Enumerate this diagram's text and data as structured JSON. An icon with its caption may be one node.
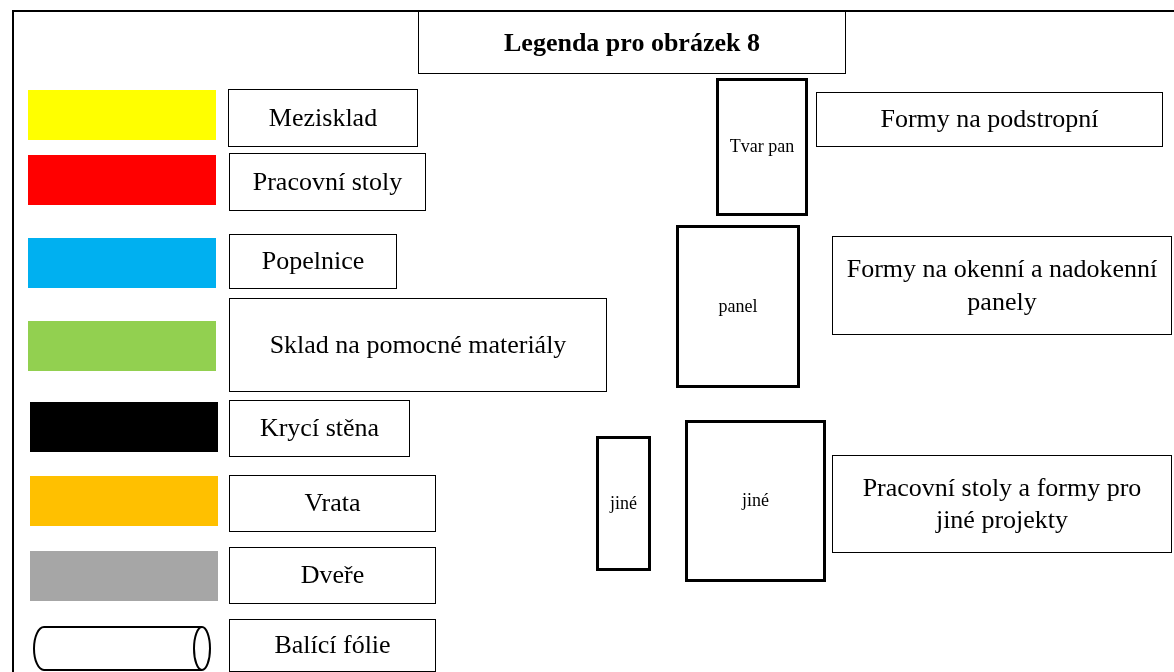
{
  "diagram": {
    "title": "Legenda pro obrázek 8",
    "nodes": [
      {
        "text": [
          "Tvar pan"
        ]
      },
      {
        "text": [
          "Formy na podstropní"
        ]
      },
      {
        "text": [
          "panel"
        ]
      },
      {
        "text": [
          "Formy na okenní a nadokenní panely"
        ]
      },
      {
        "text": [
          "jiné"
        ]
      },
      {
        "text": [
          "jiné"
        ]
      },
      {
        "text": [
          "Pracovní stoly a formy pro jiné projekty"
        ]
      }
    ],
    "legend": [
      {
        "text": "Mezisklad",
        "color": "#ffff00"
      },
      {
        "text": "Pracovní stoly",
        "color": "#ff0000"
      },
      {
        "text": "Popelnice",
        "color": "#00b0f0"
      },
      {
        "text": "Sklad na pomocné materiály",
        "color": "#92d050"
      },
      {
        "text": "Krycí stěna",
        "color": "#000000"
      },
      {
        "text": "Vrata",
        "color": "#ffc000"
      },
      {
        "text": "Dveře",
        "color": "#a6a6a6"
      },
      {
        "text": "Balící fólie"
      }
    ]
  }
}
